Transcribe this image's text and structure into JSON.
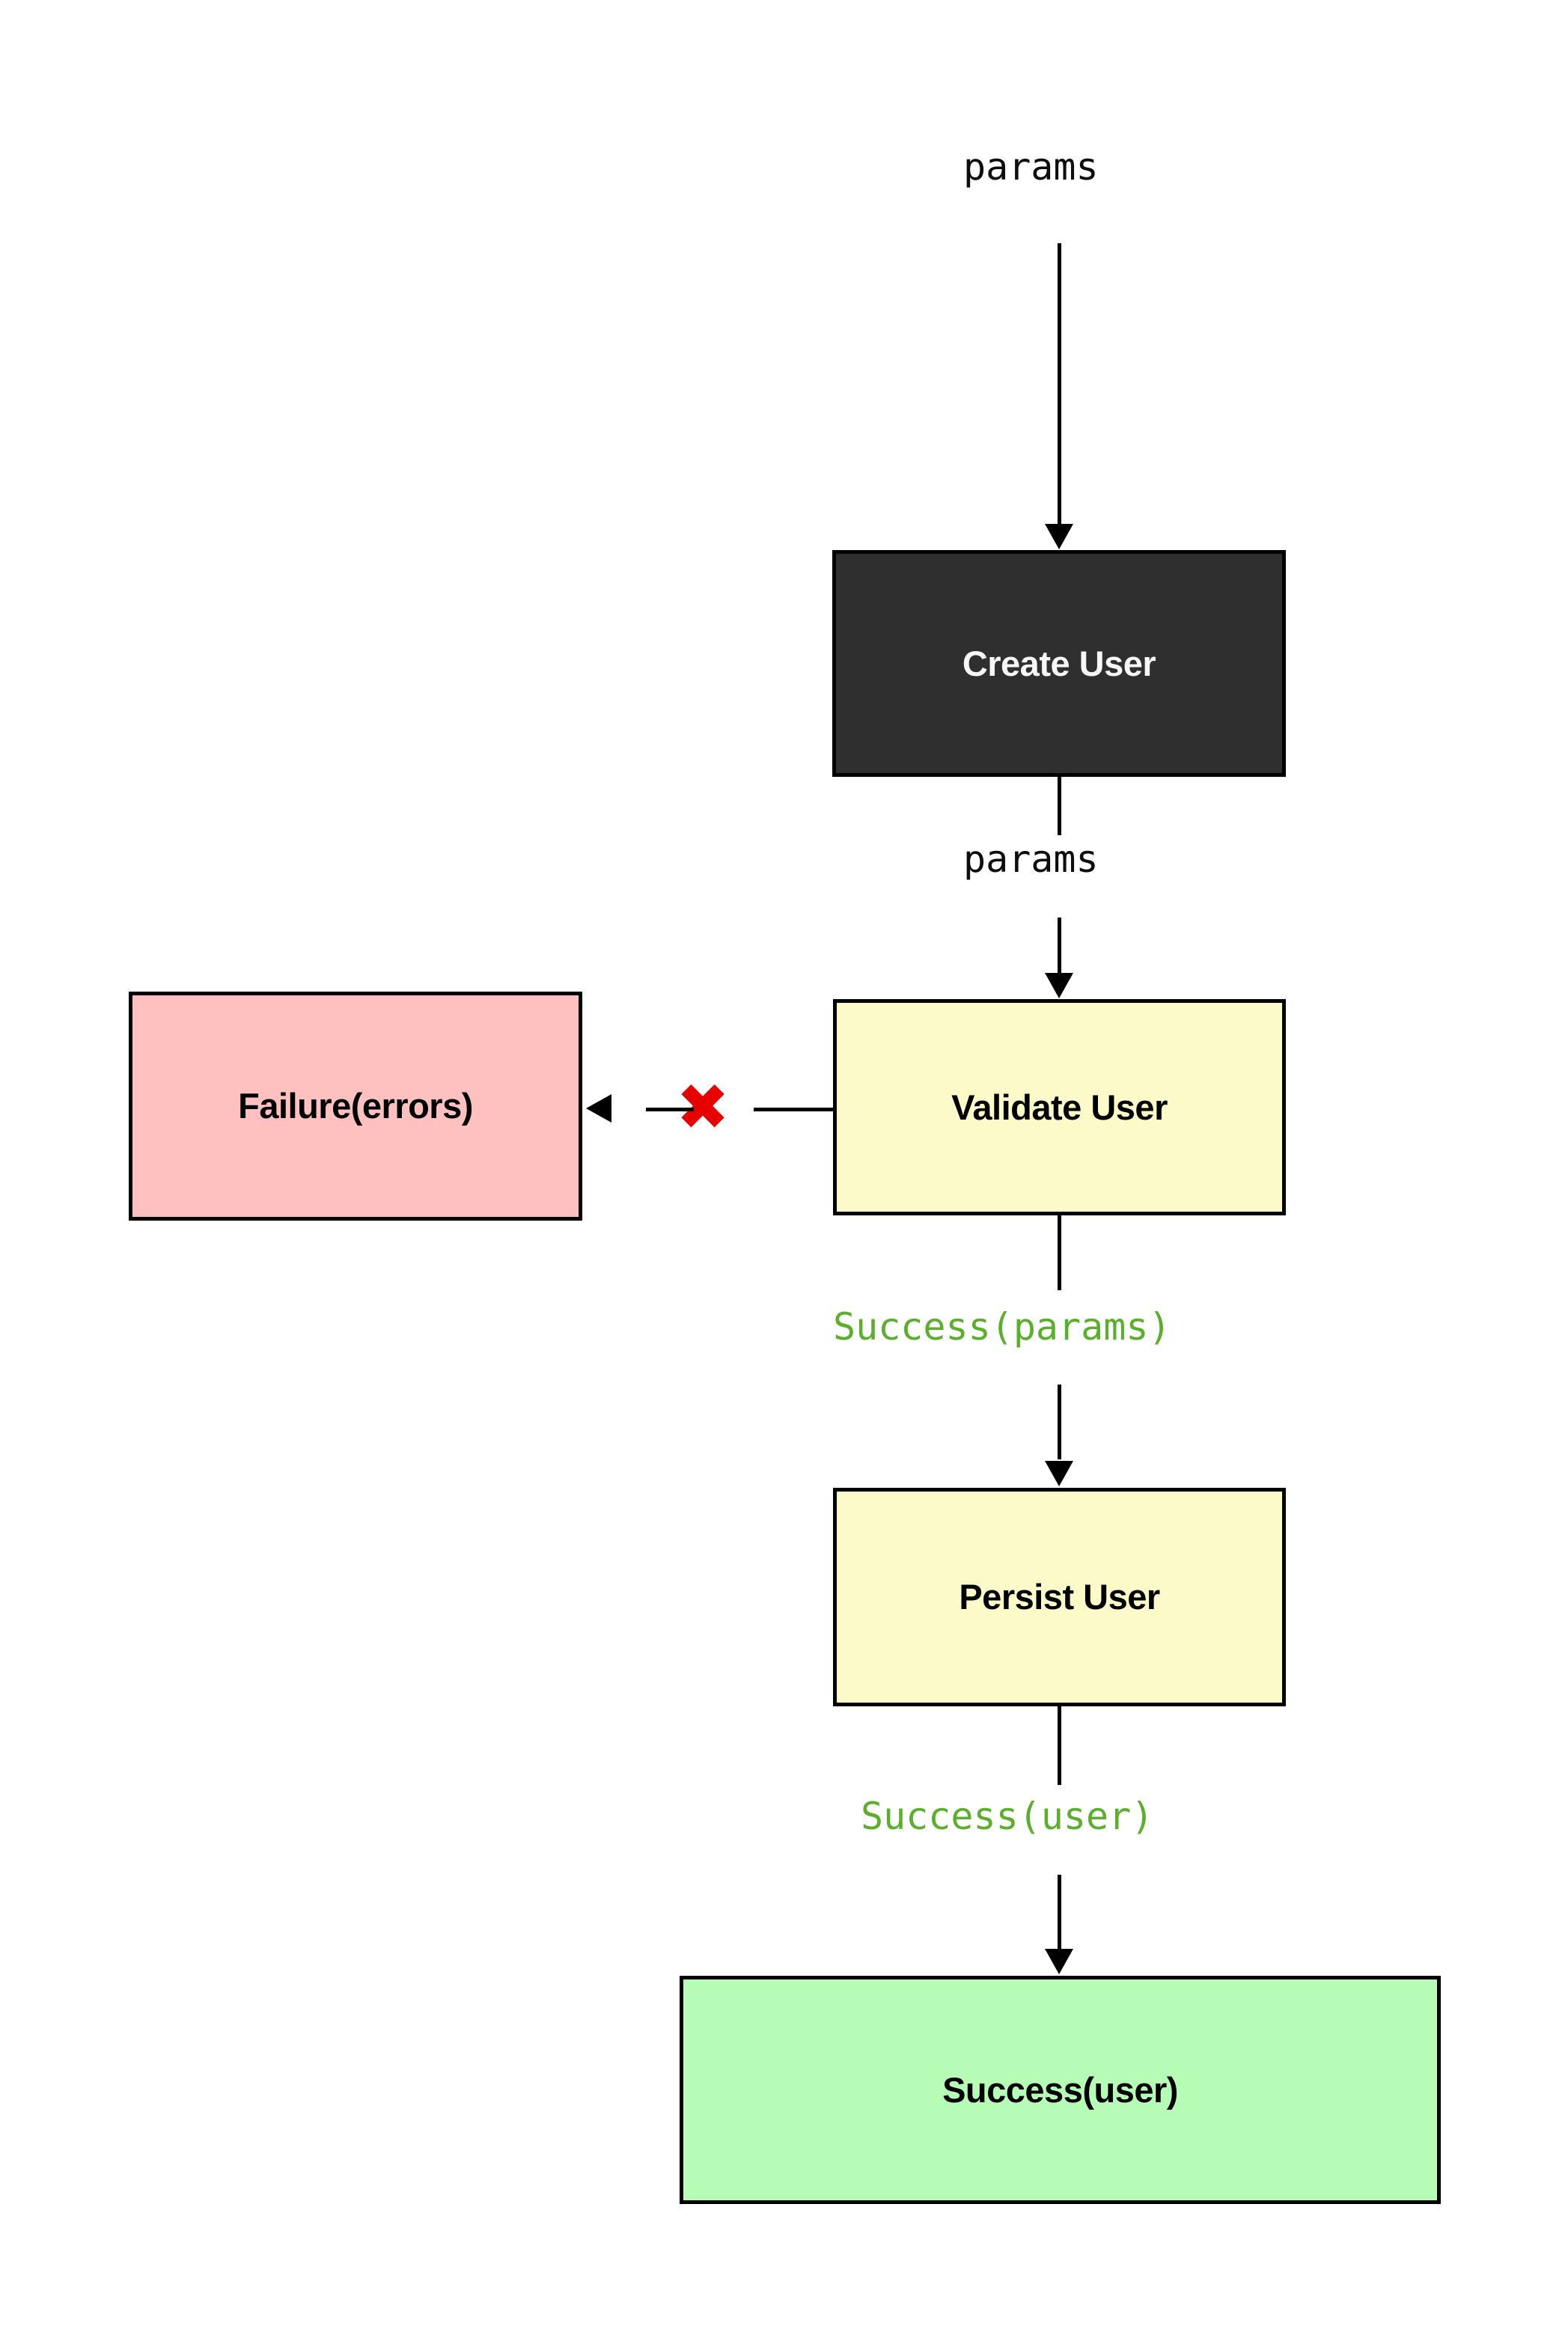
{
  "diagram": {
    "title_text": "",
    "background_color": "#ffffff",
    "colors": {
      "dark_node": "#2f2f2f",
      "yellow_node": "#fcfac8",
      "pink_node": "#ffc0c0",
      "green_node": "#b6fcb6",
      "border": "#000000",
      "success_label": "#5cae2e",
      "failure_marker": "#e60000",
      "dark_node_text": "#f7f7f7"
    },
    "nodes": [
      {
        "id": "create-user",
        "label": "Create User",
        "style": "dark"
      },
      {
        "id": "validate-user",
        "label": "Validate User",
        "style": "yellow"
      },
      {
        "id": "failure",
        "label": "Failure(errors)",
        "style": "pink"
      },
      {
        "id": "persist-user",
        "label": "Persist User",
        "style": "yellow"
      },
      {
        "id": "success",
        "label": "Success(user)",
        "style": "green"
      }
    ],
    "edges": [
      {
        "id": "input-to-create",
        "label": "params",
        "label_style": "mono-black",
        "direction": "down"
      },
      {
        "id": "create-to-validate",
        "label": "params",
        "label_style": "mono-black",
        "direction": "down"
      },
      {
        "id": "validate-to-failure",
        "label": "",
        "label_style": "none",
        "direction": "left",
        "marker": "✖"
      },
      {
        "id": "validate-to-persist",
        "label": "Success(params)",
        "label_style": "mono-green",
        "direction": "down"
      },
      {
        "id": "persist-to-success",
        "label": "Success(user)",
        "label_style": "mono-green",
        "direction": "down"
      }
    ]
  }
}
